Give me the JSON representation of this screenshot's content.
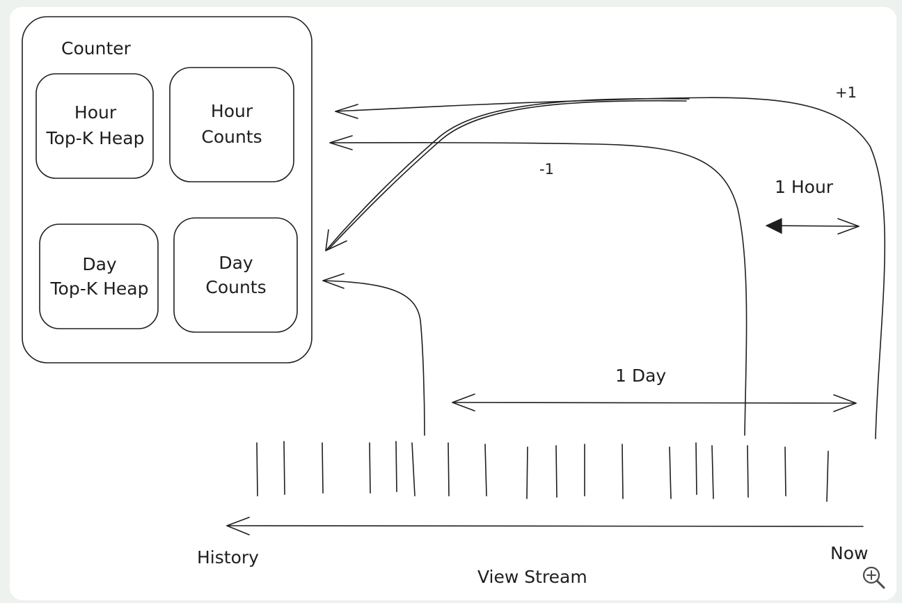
{
  "diagram": {
    "counter_title": "Counter",
    "boxes": {
      "hour_heap": [
        "Hour",
        "Top-K Heap"
      ],
      "hour_counts": [
        "Hour",
        "Counts"
      ],
      "day_heap": [
        "Day",
        "Top-K Heap"
      ],
      "day_counts": [
        "Day",
        "Counts"
      ]
    },
    "labels": {
      "plus_one": "+1",
      "minus_one": "-1",
      "one_hour": "1 Hour",
      "one_day": "1 Day",
      "history": "History",
      "now": "Now",
      "view_stream": "View Stream"
    }
  },
  "controls": {
    "zoom_icon": "zoom-in-icon"
  }
}
